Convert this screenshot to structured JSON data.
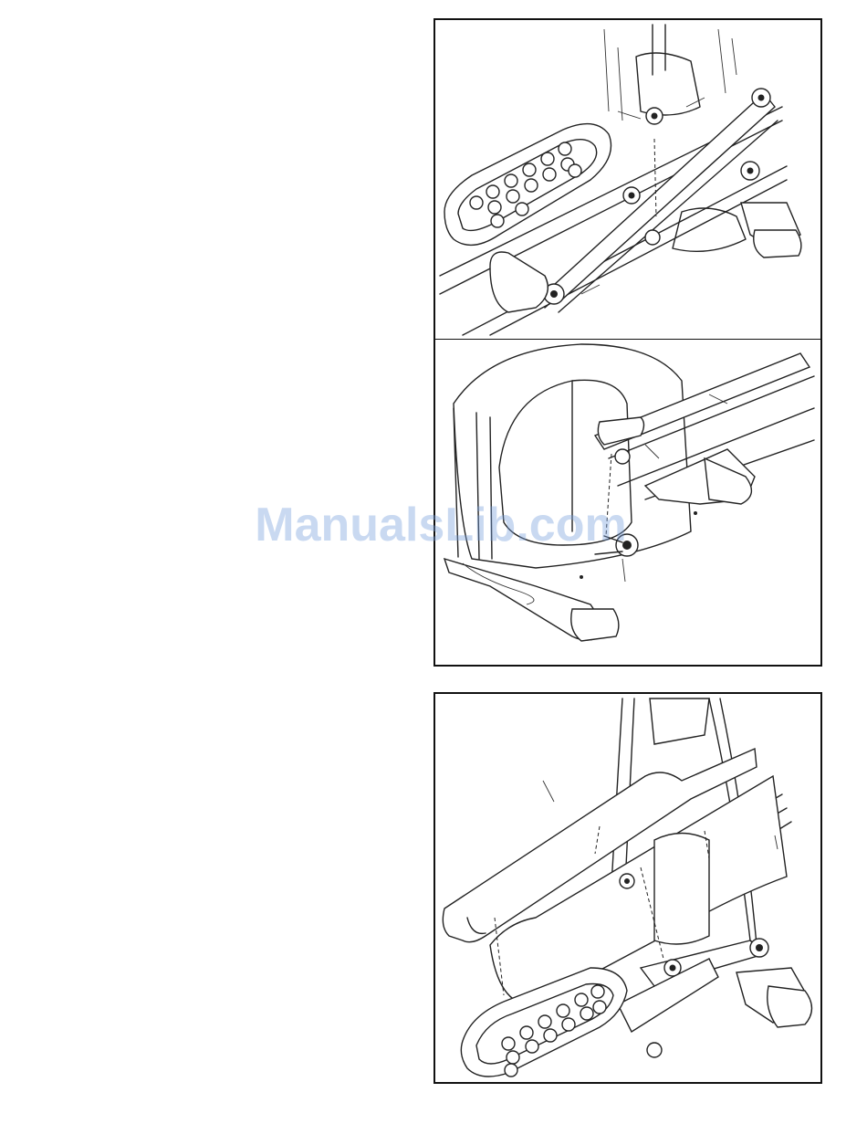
{
  "watermark": {
    "text": "ManualsLib.com"
  },
  "figures": [
    {
      "id": "figure-1",
      "subject": "pedal-arm-and-foot-pedal-assembly"
    },
    {
      "id": "figure-2",
      "subject": "rear-stabilizer-and-drive-arm"
    },
    {
      "id": "figure-3",
      "subject": "pedal-rail-cover-and-upright"
    }
  ],
  "colors": {
    "line": "#222222",
    "frame": "#111111",
    "watermark": "#78a0dc"
  }
}
